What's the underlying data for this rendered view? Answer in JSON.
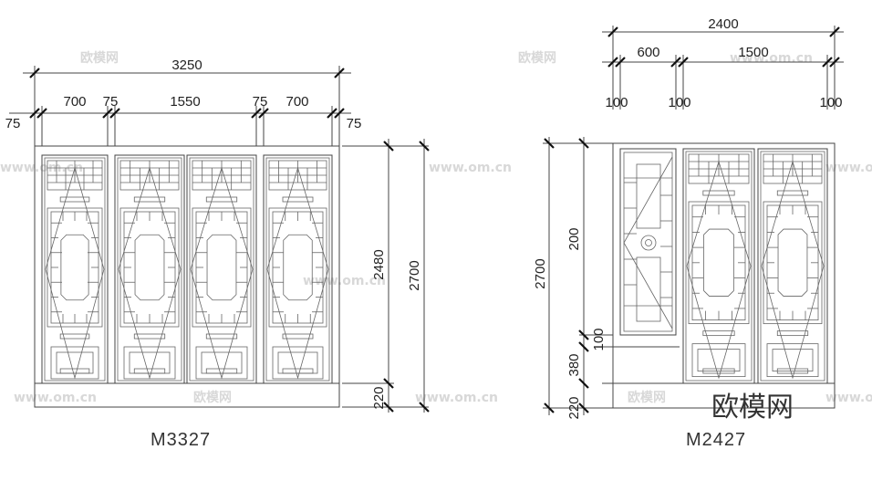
{
  "left_elevation": {
    "label": "M3327",
    "dims_top": {
      "overall": "3250",
      "segments": [
        "75",
        "700",
        "75",
        "1550",
        "75",
        "700",
        "75"
      ]
    },
    "dims_right": {
      "panel": "2480",
      "overall": "2700",
      "base": "220"
    }
  },
  "right_elevation": {
    "label": "M2427",
    "dims_top": {
      "overall": "2400",
      "row1": [
        "600",
        "1500"
      ],
      "row2": [
        "100",
        "100",
        "100"
      ]
    },
    "dims_left": {
      "overall": "2700",
      "upper": "200",
      "mid_a": "100",
      "mid_b": "380",
      "base": "220"
    }
  },
  "watermark": {
    "brand": "欧模网",
    "url": "www.om.cn"
  }
}
